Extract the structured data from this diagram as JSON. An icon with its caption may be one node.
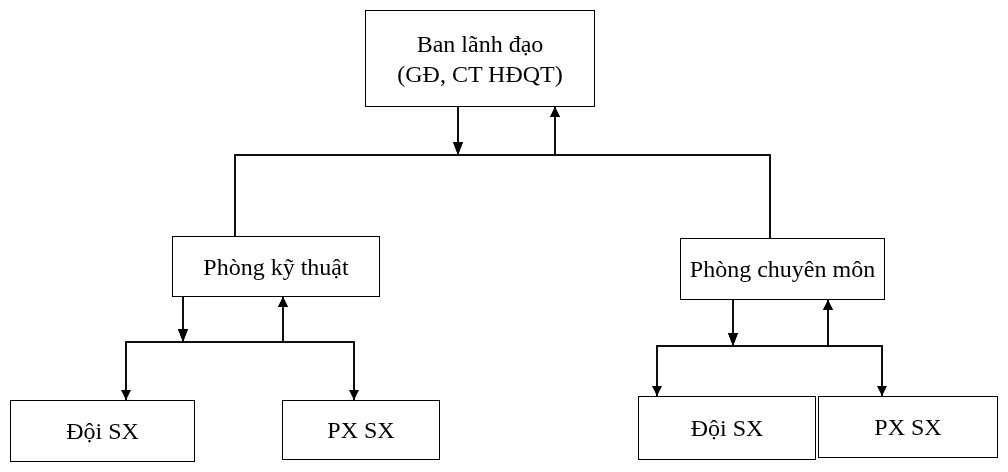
{
  "diagram": {
    "nodes": [
      {
        "text": [
          "Ban lãnh đạo (GĐ, CT HĐQT)"
        ]
      },
      {
        "text": [
          "Phòng kỹ thuật"
        ]
      },
      {
        "text": [
          "Phòng chuyên môn"
        ]
      },
      {
        "text": [
          "Đội SX"
        ]
      },
      {
        "text": [
          "PX SX"
        ]
      },
      {
        "text": [
          "Đội SX"
        ]
      },
      {
        "text": [
          "PX SX"
        ]
      }
    ],
    "edges": [
      {
        "from": 0,
        "to": 1,
        "arrow": "to"
      },
      {
        "from": 0,
        "to": 2,
        "arrow": "to"
      },
      {
        "from": 1,
        "to": 0,
        "arrow": "to"
      },
      {
        "from": 2,
        "to": 0,
        "arrow": "to"
      },
      {
        "from": 1,
        "to": 3,
        "arrow": "to"
      },
      {
        "from": 1,
        "to": 4,
        "arrow": "to"
      },
      {
        "from": 3,
        "to": 1,
        "arrow": "to"
      },
      {
        "from": 4,
        "to": 1,
        "arrow": "to"
      },
      {
        "from": 2,
        "to": 5,
        "arrow": "to"
      },
      {
        "from": 2,
        "to": 6,
        "arrow": "to"
      },
      {
        "from": 5,
        "to": 2,
        "arrow": "to"
      },
      {
        "from": 6,
        "to": 2,
        "arrow": "to"
      }
    ]
  }
}
